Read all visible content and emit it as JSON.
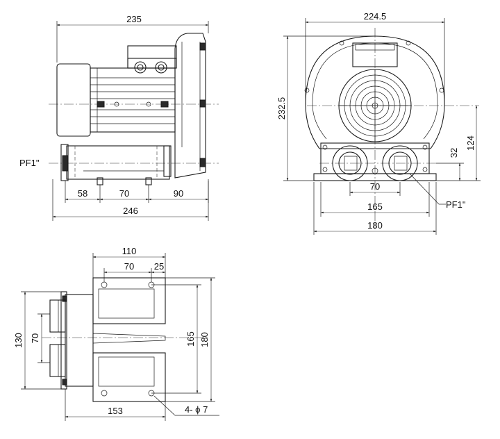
{
  "drawing": {
    "side_view": {
      "overall_top": "235",
      "overall_bottom": "246",
      "seg_a": "58",
      "seg_b": "70",
      "seg_c": "90",
      "port_label": "PF1\""
    },
    "front_view": {
      "width": "224.5",
      "height": "232.5",
      "axis_height": "124",
      "port_height": "32",
      "port_spacing": "70",
      "mount_inner": "165",
      "mount_outer": "180",
      "port_label": "PF1\""
    },
    "bottom_view": {
      "depth": "110",
      "hole_spacing": "70",
      "hole_offset": "25",
      "outer_height": "130",
      "port_spacing": "70",
      "hole_span": "165",
      "base_span": "180",
      "base_length": "153",
      "holes": "4- ϕ 7"
    }
  }
}
